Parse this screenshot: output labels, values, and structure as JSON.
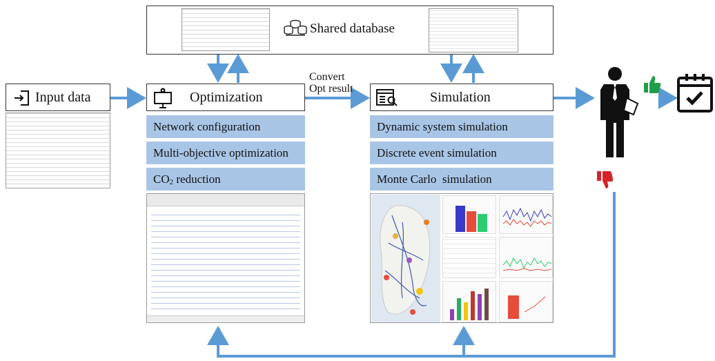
{
  "shared_database": {
    "label": "Shared database"
  },
  "input": {
    "label": "Input data"
  },
  "optimization": {
    "label": "Optimization",
    "items": [
      "Network configuration",
      "Multi-objective optimization",
      "CO",
      "2",
      " reduction"
    ]
  },
  "convert": {
    "line1": "Convert",
    "line2": "Opt result"
  },
  "simulation": {
    "label": "Simulation",
    "items": [
      "Dynamic system simulation",
      "Discrete event simulation",
      "Monte Carlo  simulation"
    ]
  },
  "colors": {
    "arrow": "#5b9bd5",
    "band": "#a9c5e6",
    "person": "#111111",
    "thumbs_up": "#1e9e48",
    "thumbs_down": "#d6232a"
  },
  "icons": [
    "database-icon",
    "enter-icon",
    "monitor-gear-icon",
    "document-search-icon",
    "businessman-icon",
    "thumbs-up-icon",
    "thumbs-down-icon",
    "calendar-check-icon"
  ]
}
